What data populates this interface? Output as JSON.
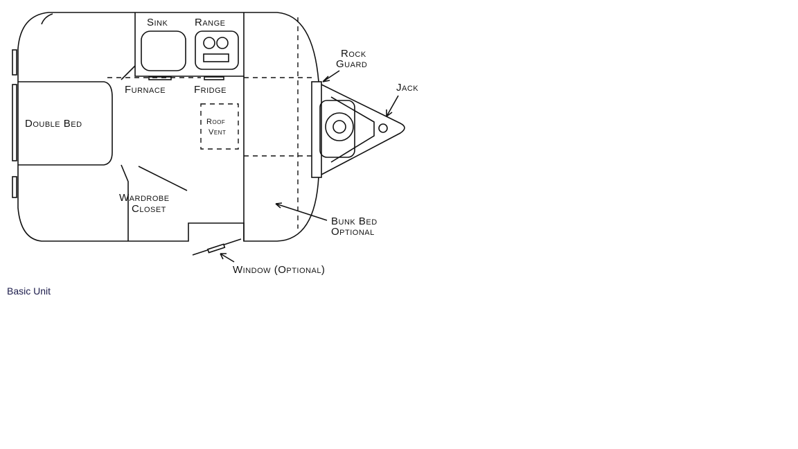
{
  "diagram": {
    "labels": {
      "sink": "Sink",
      "range": "Range",
      "rock_guard_line1": "Rock",
      "rock_guard_line2": "Guard",
      "jack": "Jack",
      "furnace": "Furnace",
      "fridge": "Fridge",
      "double_bed": "Double Bed",
      "roof_vent_line1": "Roof",
      "roof_vent_line2": "Vent",
      "wardrobe_line1": "Wardrobe",
      "wardrobe_line2": "Closet",
      "bunk_bed_line1": "Bunk Bed",
      "bunk_bed_line2": "Optional",
      "window": "Window (Optional)"
    }
  },
  "caption": "Basic Unit"
}
